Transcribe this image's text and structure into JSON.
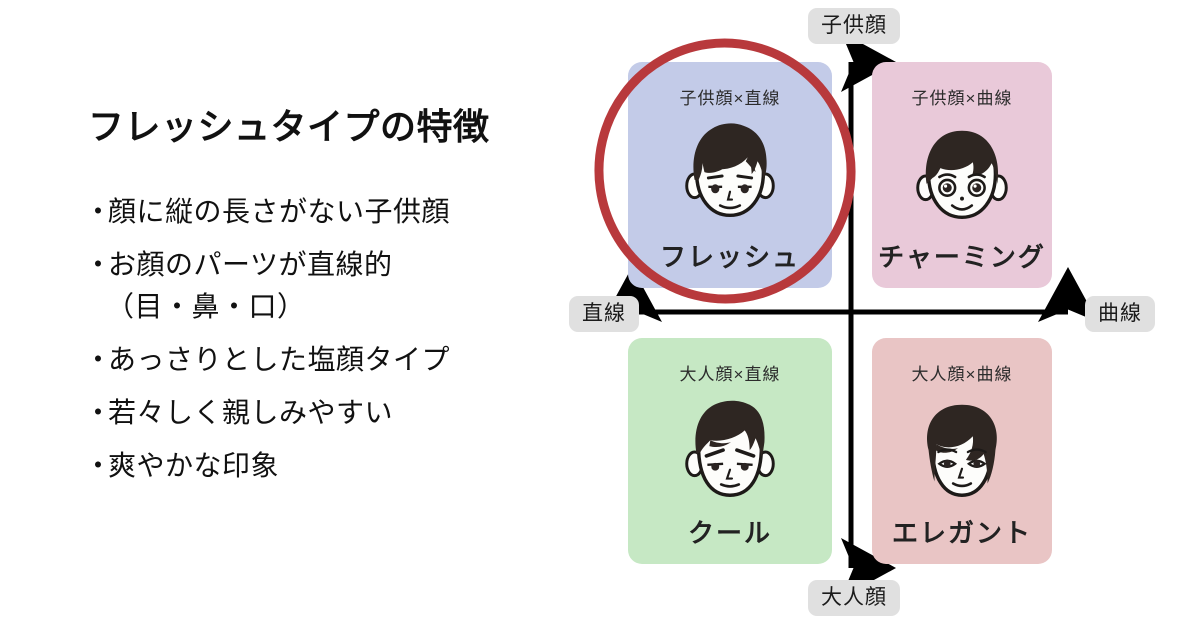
{
  "left": {
    "title": "フレッシュタイプの特徴",
    "bullet_marker": "・",
    "bullets": [
      {
        "text": "顔に縦の長さがない子供顔",
        "sub": ""
      },
      {
        "text": "お顔のパーツが直線的",
        "sub": "（目・鼻・口）"
      },
      {
        "text": "あっさりとした塩顔タイプ",
        "sub": ""
      },
      {
        "text": "若々しく親しみやすい",
        "sub": ""
      },
      {
        "text": "爽やかな印象",
        "sub": ""
      }
    ]
  },
  "matrix": {
    "axis_labels": {
      "top": "子供顔",
      "bottom": "大人顔",
      "left": "直線",
      "right": "曲線"
    },
    "quadrants": [
      {
        "position": "top-left",
        "sub": "子供顔×直線",
        "name": "フレッシュ",
        "color": "#c3cbe8",
        "highlighted": true
      },
      {
        "position": "top-right",
        "sub": "子供顔×曲線",
        "name": "チャーミング",
        "color": "#e9c9d9",
        "highlighted": false
      },
      {
        "position": "bottom-left",
        "sub": "大人顔×直線",
        "name": "クール",
        "color": "#c6e8c4",
        "highlighted": false
      },
      {
        "position": "bottom-right",
        "sub": "大人顔×曲線",
        "name": "エレガント",
        "color": "#e9c5c5",
        "highlighted": false
      }
    ],
    "highlight_color": "#b8393c",
    "axis_color": "#000000",
    "pill_color": "#e0e0e0"
  }
}
